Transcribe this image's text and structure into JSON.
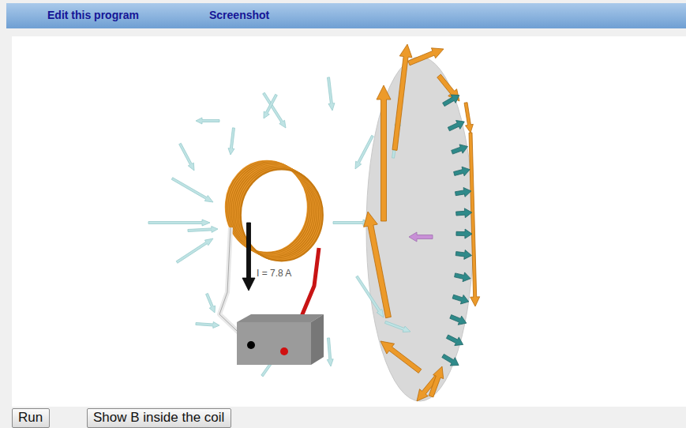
{
  "diagram": {
    "nodes": [
      {
        "text": [
          "Edit this program",
          "Screenshot"
        ]
      },
      {
        "text": [
          "Run"
        ]
      },
      {
        "text": [
          "Show B inside the coil"
        ]
      }
    ],
    "labels": [
      "I = 7.8 A"
    ]
  }
}
